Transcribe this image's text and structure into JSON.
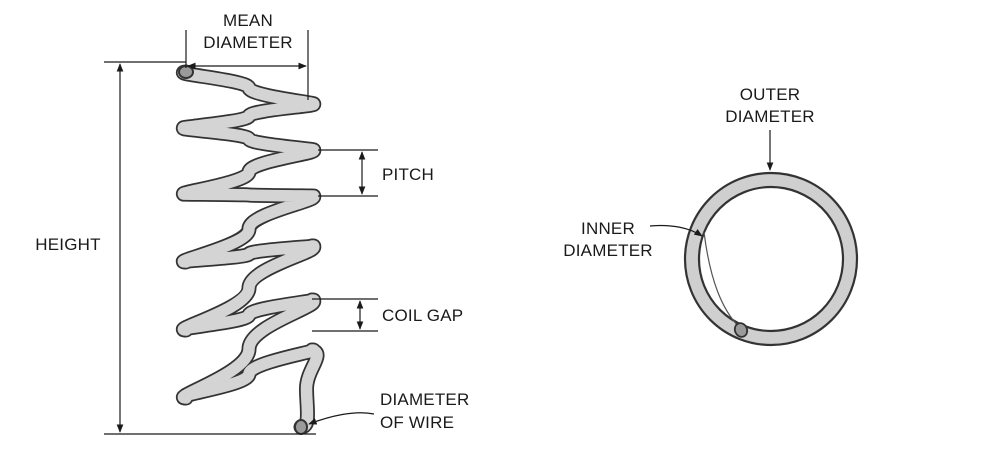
{
  "labels": {
    "mean_diameter_1": "MEAN",
    "mean_diameter_2": "DIAMETER",
    "pitch": "PITCH",
    "height": "HEIGHT",
    "coil_gap": "COIL GAP",
    "wire_1": "DIAMETER",
    "wire_2": "OF WIRE",
    "outer_1": "OUTER",
    "outer_2": "DIAMETER",
    "inner_1": "INNER",
    "inner_2": "DIAMETER"
  },
  "colors": {
    "line": "#1a1a1a",
    "wire_outline": "#333333",
    "wire_fill": "#d4d4d4",
    "background": "#ffffff"
  }
}
